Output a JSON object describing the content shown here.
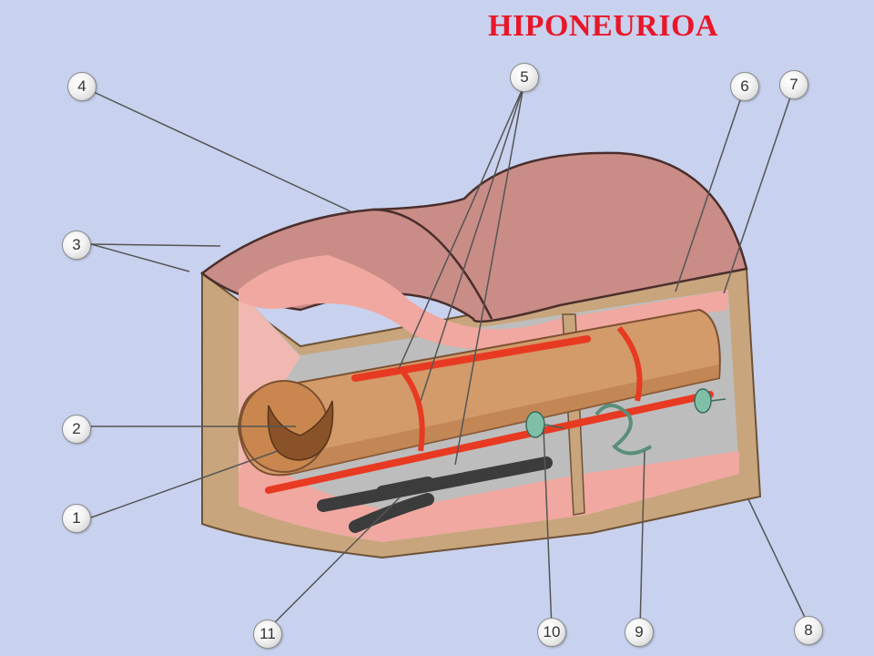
{
  "title": "HIPONEURIOA",
  "labels": {
    "l1": "1",
    "l2": "2",
    "l3": "3",
    "l4": "4",
    "l5": "5",
    "l6": "6",
    "l7": "7",
    "l8": "8",
    "l9": "9",
    "l10": "10",
    "l11": "11"
  },
  "colors": {
    "title": "#e8162a",
    "background": "#c7d0ec",
    "sheath_outer": "#c8a57c",
    "sheath_top": "#c98c86",
    "inner_pink": "#f0a8a0",
    "axon": "#d39a6a",
    "vessel": "#e83a22",
    "dark_vessel": "#3c3c3c",
    "nerve_ending": "#7fbfa8"
  }
}
